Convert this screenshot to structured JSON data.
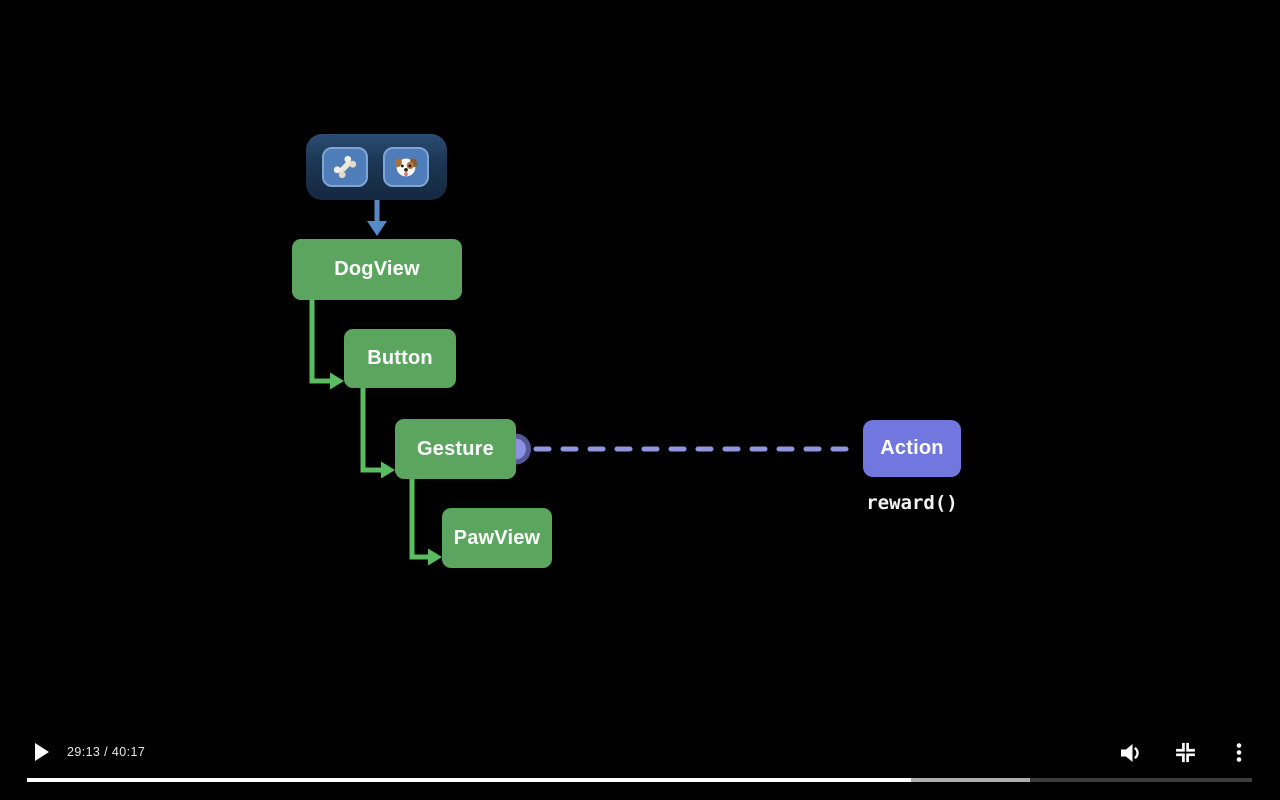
{
  "colors": {
    "background": "#000000",
    "node_green": "#5BA55F",
    "connector_green": "#5ABD60",
    "node_purple": "#7177DE",
    "dash_purple": "#8F95E0",
    "port_fill": "#8C92E0",
    "port_ring": "#545896",
    "toolbar_bg": "#1B3553",
    "toolbar_button_bg": "#4E7DB9",
    "toolbar_button_border": "#7FA5D6",
    "arrow_blue": "#5589C9",
    "progress_played": "#FFFFFF",
    "progress_buffered": "#ADADAD",
    "progress_track": "#3D3D3D"
  },
  "diagram": {
    "toolbar": {
      "buttons": [
        {
          "icon": "bone-icon"
        },
        {
          "icon": "dog-icon"
        }
      ]
    },
    "nodes": {
      "dogview": {
        "label": "DogView"
      },
      "button": {
        "label": "Button"
      },
      "gesture": {
        "label": "Gesture"
      },
      "pawview": {
        "label": "PawView"
      },
      "action": {
        "label": "Action"
      }
    },
    "code_annotation": "reward()",
    "connections": [
      {
        "from": "toolbar",
        "to": "dogview",
        "style": "blue-arrow"
      },
      {
        "from": "dogview",
        "to": "button",
        "style": "green-elbow-arrow"
      },
      {
        "from": "button",
        "to": "gesture",
        "style": "green-elbow-arrow"
      },
      {
        "from": "gesture",
        "to": "pawview",
        "style": "green-elbow-arrow"
      },
      {
        "from": "gesture",
        "to": "action",
        "style": "purple-dashed-with-port"
      }
    ]
  },
  "player": {
    "current_time": "29:13",
    "duration": "40:17",
    "time_display": "29:13 / 40:17",
    "progress_percent": 72.2,
    "buffered_percent": 81.9
  }
}
